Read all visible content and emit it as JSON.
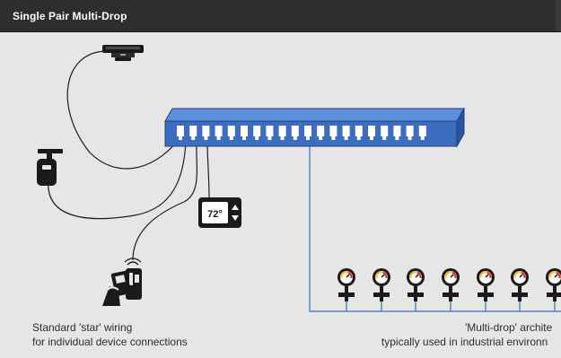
{
  "header": {
    "title": "Single Pair Multi-Drop"
  },
  "thermostat": {
    "reading": "72°"
  },
  "captions": {
    "star_line1": "Standard 'star' wiring",
    "star_line2": "for individual device connections",
    "multidrop_line1": "'Multi-drop' archite",
    "multidrop_line2": "typically used in industrial environn"
  },
  "colors": {
    "switch_blue": "#3b6ebf",
    "bus_line": "#3b6ebf",
    "cable": "#1e1e1e",
    "gauge_yellow": "#f2c230",
    "gauge_red": "#d9342b"
  },
  "icons": {
    "smoke_detector": "smoke-detector-icon",
    "security_camera": "security-camera-icon",
    "thermostat": "thermostat-icon",
    "card_reader": "card-reader-icon",
    "pressure_gauge": "pressure-gauge-icon"
  }
}
